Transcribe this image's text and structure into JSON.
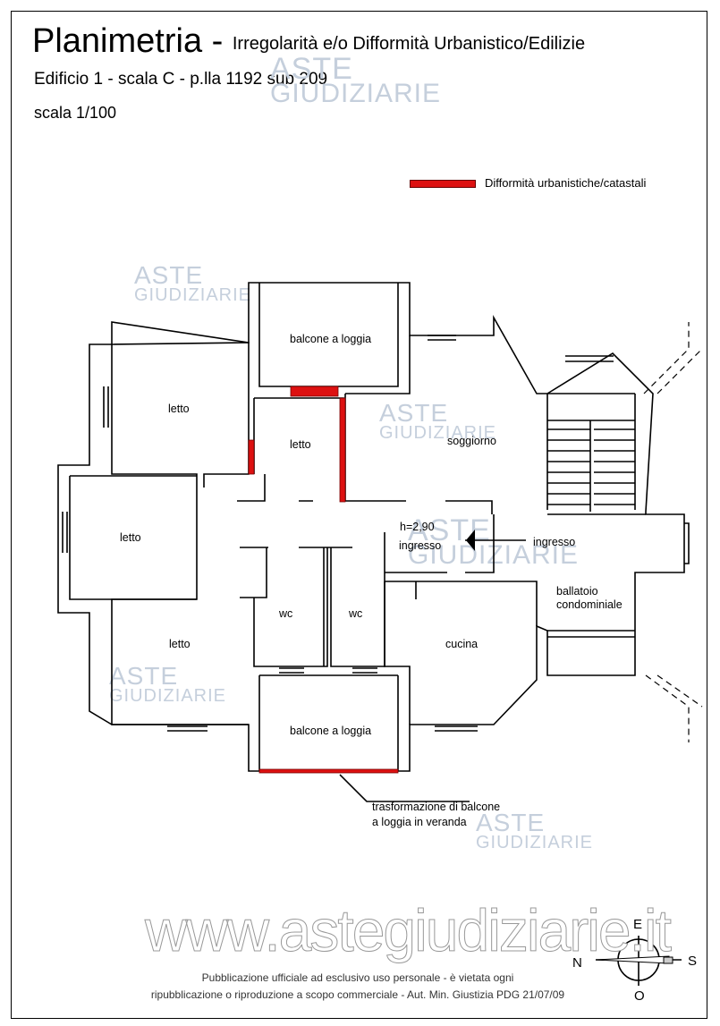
{
  "header": {
    "title_main": "Planimetria -",
    "title_sub": "Irregolarità e/o Difformità Urbanistico/Edilizie",
    "subtitle": "Edificio 1 - scala C - p.lla 1192 sub 209",
    "scale": "scala 1/100"
  },
  "legend": {
    "label": "Difformità urbanistiche/catastali",
    "color": "#dd1111"
  },
  "rooms": {
    "balcone_top": "balcone a loggia",
    "letto_1": "letto",
    "letto_2": "letto",
    "letto_3": "letto",
    "letto_4": "letto",
    "soggiorno": "soggiorno",
    "wc_1": "wc",
    "wc_2": "wc",
    "cucina": "cucina",
    "balcone_bottom": "balcone a loggia",
    "ballatoio": "ballatoio condominiale",
    "height": "h=2,90",
    "ingresso_1": "ingresso",
    "ingresso_2": "ingresso"
  },
  "annotation": {
    "line1": "trasformazione di balcone",
    "line2": "a loggia in veranda"
  },
  "watermark": {
    "word1": "ASTE",
    "word2": "GIUDIZIARIE",
    "site": "www.astegiudiziarie.it"
  },
  "footer": {
    "line1": "Pubblicazione ufficiale ad esclusivo uso personale - è vietata ogni",
    "line2": "ripubblicazione o riproduzione a scopo commerciale - Aut. Min. Giustizia PDG 21/07/09"
  },
  "compass": {
    "n": "N",
    "s": "S",
    "e": "E",
    "o": "O"
  }
}
